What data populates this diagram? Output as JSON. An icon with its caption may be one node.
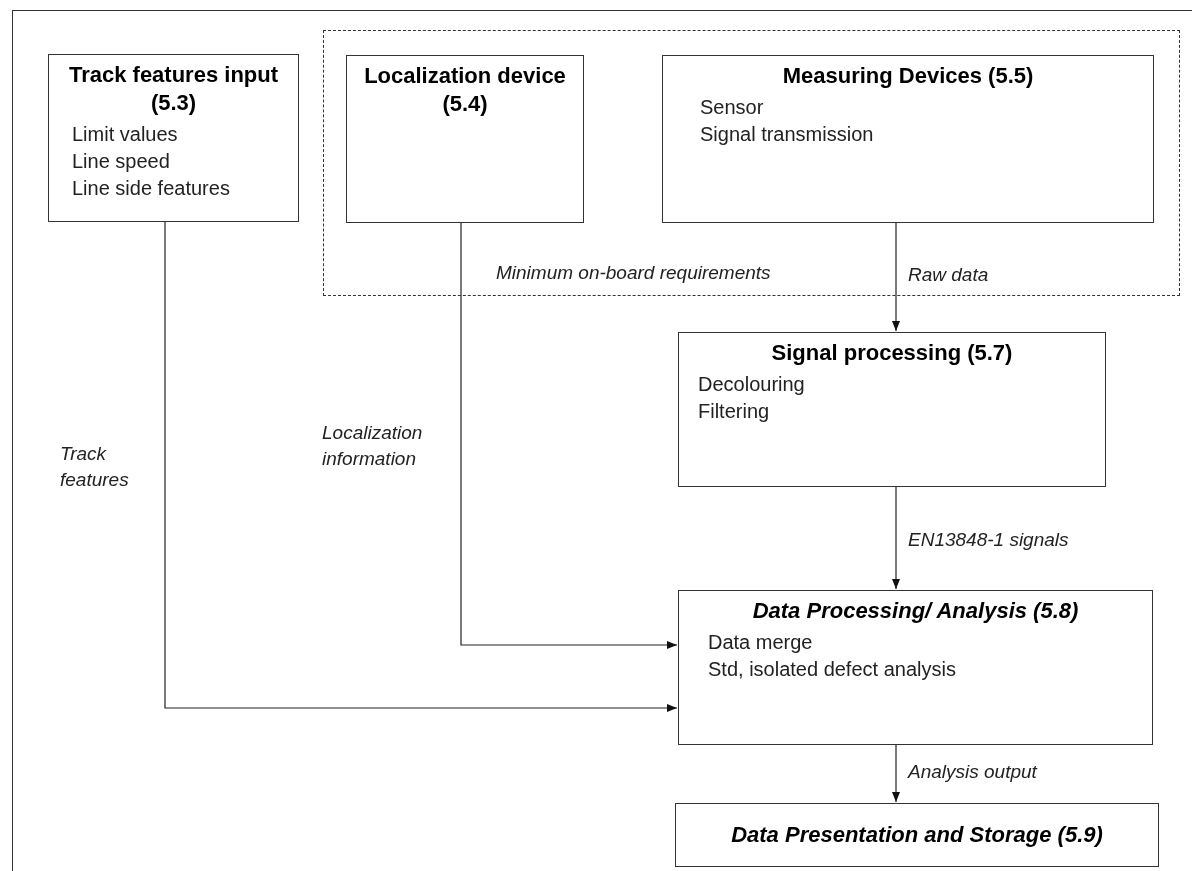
{
  "diagram": {
    "nodes": [
      {
        "text": [
          "Minimum on-board requirements"
        ]
      },
      {
        "text": [
          "Track features input (5.3)",
          "Limit values",
          "Line speed",
          "Line side features"
        ]
      },
      {
        "text": [
          "Localization device (5.4)"
        ],
        "in": 0
      },
      {
        "text": [
          "Measuring Devices (5.5)",
          "Sensor",
          "Signal transmission"
        ],
        "in": 0
      },
      {
        "text": [
          "Signal processing (5.7)",
          "Decolouring",
          "Filtering"
        ]
      },
      {
        "text": [
          "Data Processing/ Analysis (5.8)",
          "Data merge",
          "Std, isolated defect analysis"
        ]
      },
      {
        "text": [
          "Data Presentation and Storage (5.9)"
        ]
      }
    ],
    "edges": [
      {
        "from": 3,
        "to": 4,
        "arrow": "to",
        "label": "Raw data"
      },
      {
        "from": 4,
        "to": 5,
        "arrow": "to",
        "label": "EN13848-1 signals"
      },
      {
        "from": 2,
        "to": 5,
        "arrow": "to",
        "label": "Localization information"
      },
      {
        "from": 1,
        "to": 5,
        "arrow": "to",
        "label": "Track features"
      },
      {
        "from": 5,
        "to": 6,
        "arrow": "to",
        "label": "Analysis output"
      }
    ]
  }
}
